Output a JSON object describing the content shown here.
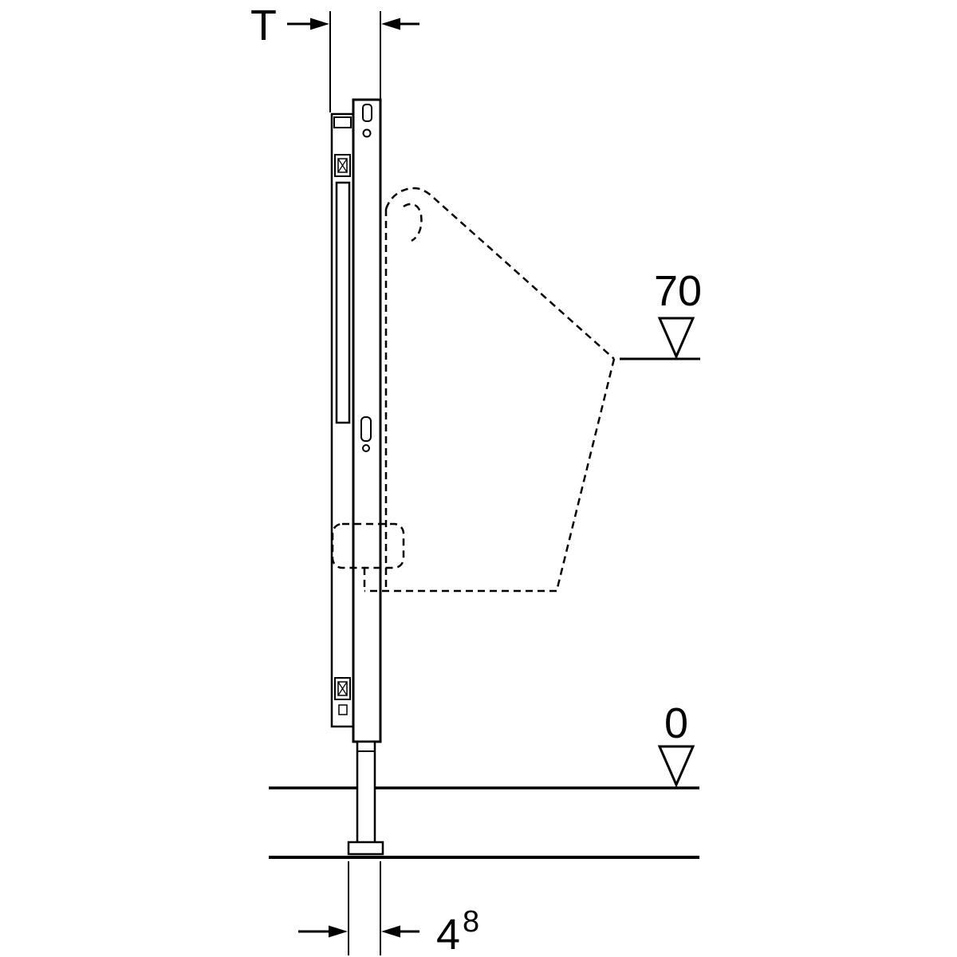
{
  "diagram": {
    "colors": {
      "line": "#000000",
      "background": "#ffffff"
    },
    "labels": {
      "depth": "T",
      "upper_level": "70",
      "zero_level": "0",
      "bottom_dim_value": "4",
      "bottom_dim_superscript": "8"
    }
  }
}
